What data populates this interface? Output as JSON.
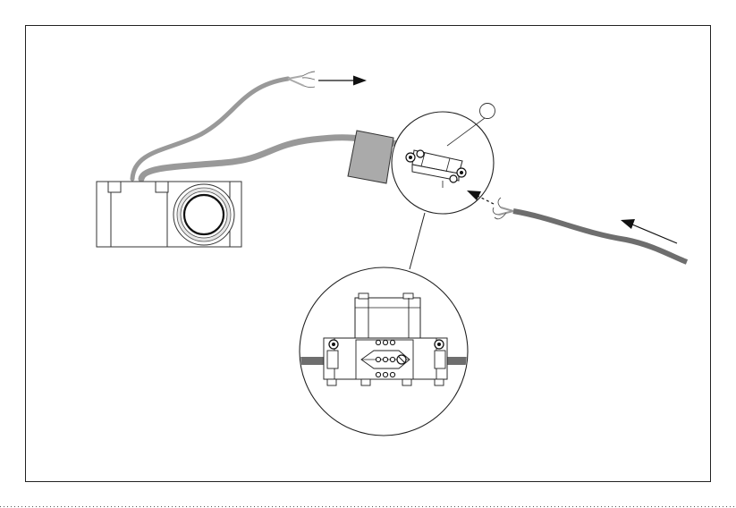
{
  "diagram": {
    "kind": "wiring illustration",
    "colors": {
      "frame": "#222222",
      "line": "#333333",
      "outer_cable": "#999999",
      "connector_cable": "#6e6e6e",
      "device_fill": "#ffffff",
      "sleeve_fill": "#aaaaaa",
      "lens_ring": "#e6e6e6",
      "ruler_ticks": "#555555"
    },
    "callout_marker_label": "",
    "components": [
      {
        "id": "camera-module",
        "icon": "camera-module-icon"
      },
      {
        "id": "output-wires",
        "icon": "wire-leads-icon"
      },
      {
        "id": "output-arrow",
        "icon": "arrow-right-icon"
      },
      {
        "id": "cable-sleeve",
        "icon": "heat-shrink-sleeve-icon"
      },
      {
        "id": "connector-detail",
        "icon": "crimp-connector-icon"
      },
      {
        "id": "input-cable",
        "icon": "multi-core-cable-icon"
      },
      {
        "id": "insert-arrow",
        "icon": "dashed-arrow-icon"
      },
      {
        "id": "feed-arrow",
        "icon": "arrow-left-up-icon"
      },
      {
        "id": "connector-closeup",
        "icon": "connector-top-view-icon"
      }
    ]
  }
}
